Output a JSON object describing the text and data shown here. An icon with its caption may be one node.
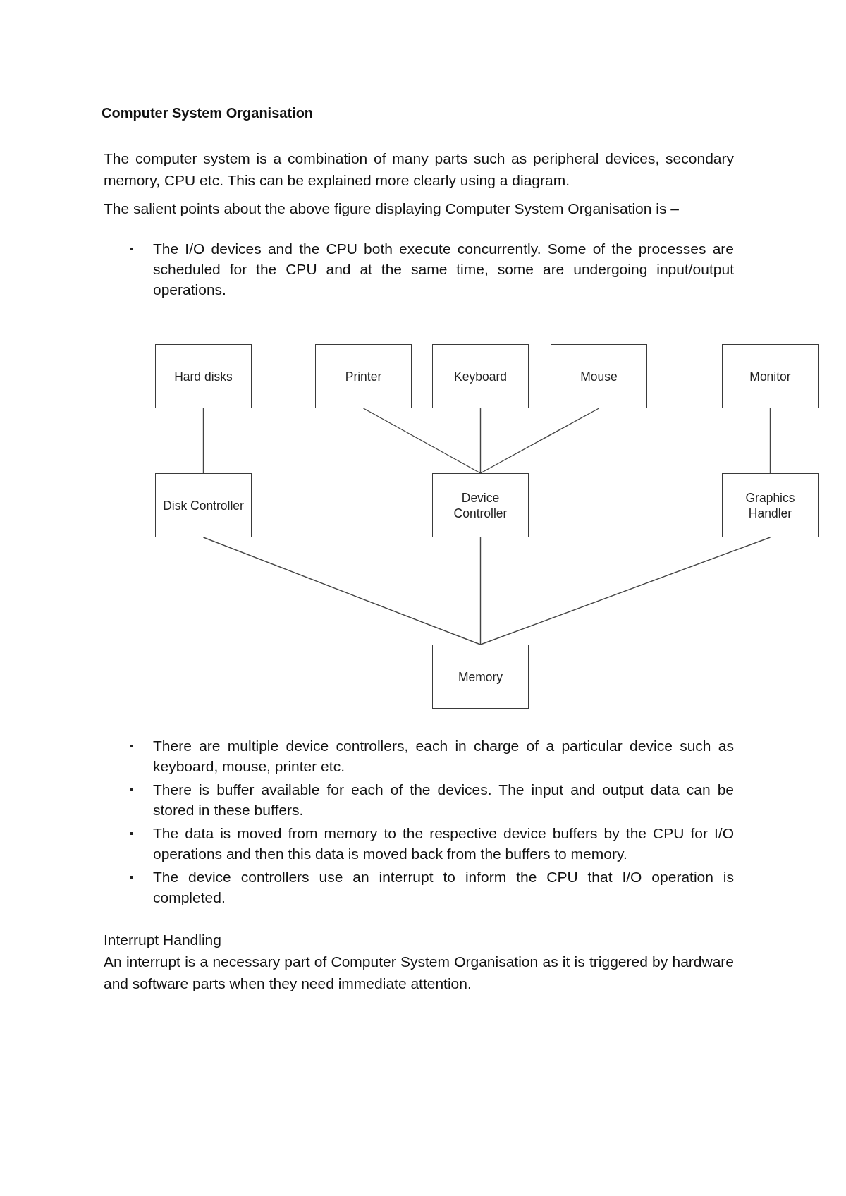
{
  "diagram": {
    "title": "Computer System Organisation",
    "nodes": [
      {
        "text": [
          "Hard disks"
        ]
      },
      {
        "text": [
          "Printer"
        ]
      },
      {
        "text": [
          "Keyboard"
        ]
      },
      {
        "text": [
          "Mouse"
        ]
      },
      {
        "text": [
          "Monitor"
        ]
      },
      {
        "text": [
          "Disk Controller"
        ]
      },
      {
        "text": [
          "Device Controller"
        ]
      },
      {
        "text": [
          "Graphics Handler"
        ]
      },
      {
        "text": [
          "Memory"
        ]
      }
    ],
    "edges": [
      {
        "from": 0,
        "to": 5,
        "arrow": "none"
      },
      {
        "from": 1,
        "to": 6,
        "arrow": "none"
      },
      {
        "from": 2,
        "to": 6,
        "arrow": "none"
      },
      {
        "from": 3,
        "to": 6,
        "arrow": "none"
      },
      {
        "from": 4,
        "to": 7,
        "arrow": "none"
      },
      {
        "from": 5,
        "to": 8,
        "arrow": "none"
      },
      {
        "from": 6,
        "to": 8,
        "arrow": "none"
      },
      {
        "from": 7,
        "to": 8,
        "arrow": "none"
      }
    ],
    "labels": [
      "The computer system is a combination of many parts such as peripheral devices, secondary memory, CPU etc. This can be explained more clearly using a diagram.",
      "The salient points about the above figure displaying Computer System Organisation is –",
      "The I/O devices and the CPU both execute concurrently. Some of the processes are scheduled for the CPU and at the same time, some are undergoing input/output operations.",
      "There are multiple device controllers, each in charge of a particular device such as keyboard, mouse, printer etc.",
      "There is buffer available for each of the devices. The input and output data can be stored in these buffers.",
      "The data is moved from memory to the respective device buffers by the CPU for I/O operations and then this data is moved back from the buffers to memory.",
      "The device controllers use an interrupt to inform the CPU that I/O operation is completed.",
      "Interrupt Handling",
      "An interrupt is a necessary part of Computer System Organisation as it is triggered by hardware and software parts when they need immediate attention."
    ]
  }
}
